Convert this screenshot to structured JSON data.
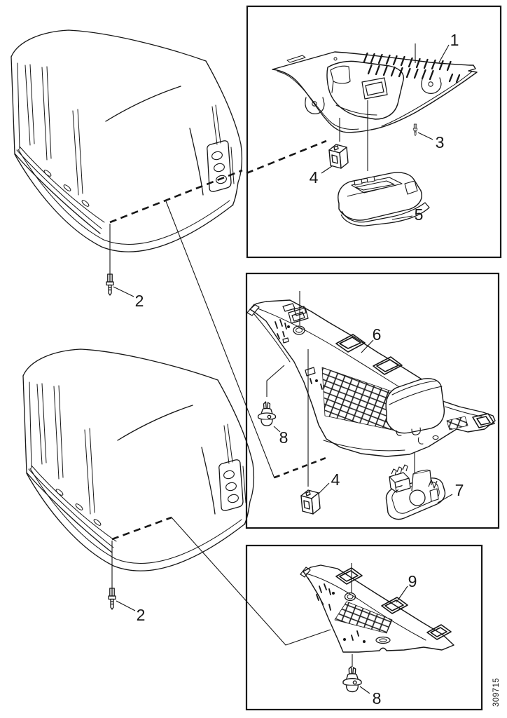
{
  "diagram": {
    "drawing_number": "309715",
    "callouts": {
      "c1": "1",
      "c2_top": "2",
      "c2_bottom": "2",
      "c3": "3",
      "c4_box1": "4",
      "c4_box2": "4",
      "c5": "5",
      "c6": "6",
      "c7": "7",
      "c8_box2": "8",
      "c8_box3": "8",
      "c9": "9"
    }
  }
}
